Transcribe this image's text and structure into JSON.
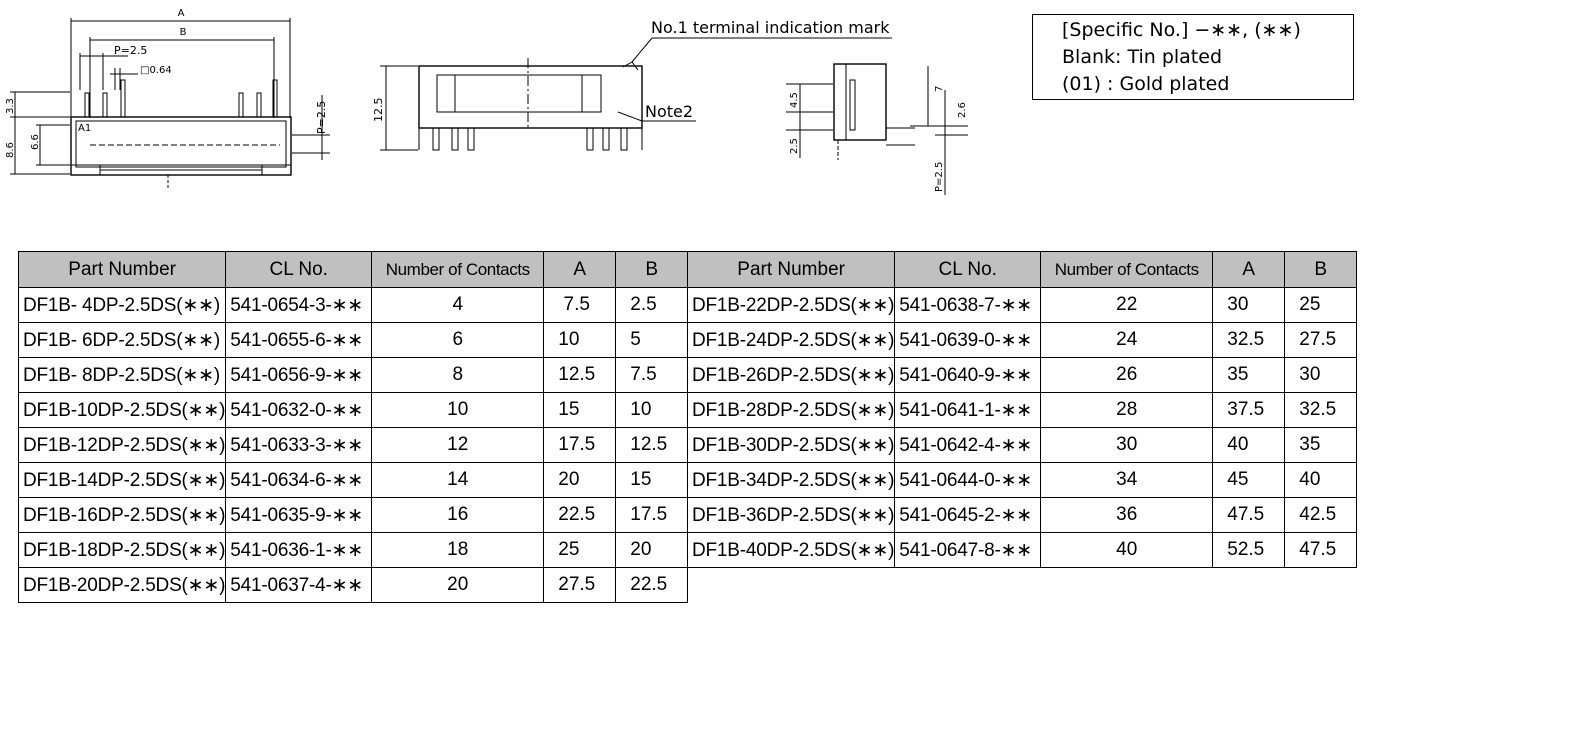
{
  "drawing": {
    "dim_A": "A",
    "dim_B": "B",
    "pitch_top": "P=2.5",
    "pin_size": "□0.64",
    "height_3_3": "3.3",
    "height_8_6": "8.6",
    "height_6_6": "6.6",
    "pitch_right": "P=2.5",
    "label_A1": "A1",
    "height_12_5": "12.5",
    "terminal_mark": "No.1 terminal indication mark",
    "note2": "Note2",
    "side_4_5": "4.5",
    "side_2_5": "2.5",
    "side_7": "7",
    "side_2_6": "2.6",
    "side_pitch": "P=2.5"
  },
  "spec": {
    "line1": "[Specific No.]  −∗∗, (∗∗)",
    "line2": "Blank: Tin plated",
    "line3": "(01) : Gold plated"
  },
  "headers": {
    "part_number": "Part Number",
    "cl_no": "CL No.",
    "contacts": "Number of Contacts",
    "a": "A",
    "b": "B"
  },
  "left_rows": [
    {
      "part": "DF1B- 4DP-2.5DS(∗∗)",
      "cl": "541-0654-3-∗∗",
      "n": "4",
      "a": " 7.5",
      "b": "2.5"
    },
    {
      "part": "DF1B- 6DP-2.5DS(∗∗)",
      "cl": "541-0655-6-∗∗",
      "n": "6",
      "a": "10",
      "b": "5"
    },
    {
      "part": "DF1B- 8DP-2.5DS(∗∗)",
      "cl": "541-0656-9-∗∗",
      "n": "8",
      "a": "12.5",
      "b": "7.5"
    },
    {
      "part": "DF1B-10DP-2.5DS(∗∗)",
      "cl": "541-0632-0-∗∗",
      "n": "10",
      "a": "15",
      "b": "10"
    },
    {
      "part": "DF1B-12DP-2.5DS(∗∗)",
      "cl": "541-0633-3-∗∗",
      "n": "12",
      "a": "17.5",
      "b": "12.5"
    },
    {
      "part": "DF1B-14DP-2.5DS(∗∗)",
      "cl": "541-0634-6-∗∗",
      "n": "14",
      "a": "20",
      "b": "15"
    },
    {
      "part": "DF1B-16DP-2.5DS(∗∗)",
      "cl": "541-0635-9-∗∗",
      "n": "16",
      "a": "22.5",
      "b": "17.5"
    },
    {
      "part": "DF1B-18DP-2.5DS(∗∗)",
      "cl": "541-0636-1-∗∗",
      "n": "18",
      "a": "25",
      "b": "20"
    },
    {
      "part": "DF1B-20DP-2.5DS(∗∗)",
      "cl": "541-0637-4-∗∗",
      "n": "20",
      "a": "27.5",
      "b": "22.5"
    }
  ],
  "right_rows": [
    {
      "part": "DF1B-22DP-2.5DS(∗∗)",
      "cl": "541-0638-7-∗∗",
      "n": "22",
      "a": "30",
      "b": "25"
    },
    {
      "part": "DF1B-24DP-2.5DS(∗∗)",
      "cl": "541-0639-0-∗∗",
      "n": "24",
      "a": "32.5",
      "b": "27.5"
    },
    {
      "part": "DF1B-26DP-2.5DS(∗∗)",
      "cl": "541-0640-9-∗∗",
      "n": "26",
      "a": "35",
      "b": "30"
    },
    {
      "part": "DF1B-28DP-2.5DS(∗∗)",
      "cl": "541-0641-1-∗∗",
      "n": "28",
      "a": "37.5",
      "b": "32.5"
    },
    {
      "part": "DF1B-30DP-2.5DS(∗∗)",
      "cl": "541-0642-4-∗∗",
      "n": "30",
      "a": "40",
      "b": "35"
    },
    {
      "part": "DF1B-34DP-2.5DS(∗∗)",
      "cl": "541-0644-0-∗∗",
      "n": "34",
      "a": "45",
      "b": "40"
    },
    {
      "part": "DF1B-36DP-2.5DS(∗∗)",
      "cl": "541-0645-2-∗∗",
      "n": "36",
      "a": "47.5",
      "b": "42.5"
    },
    {
      "part": "DF1B-40DP-2.5DS(∗∗)",
      "cl": "541-0647-8-∗∗",
      "n": "40",
      "a": "52.5",
      "b": "47.5"
    }
  ]
}
